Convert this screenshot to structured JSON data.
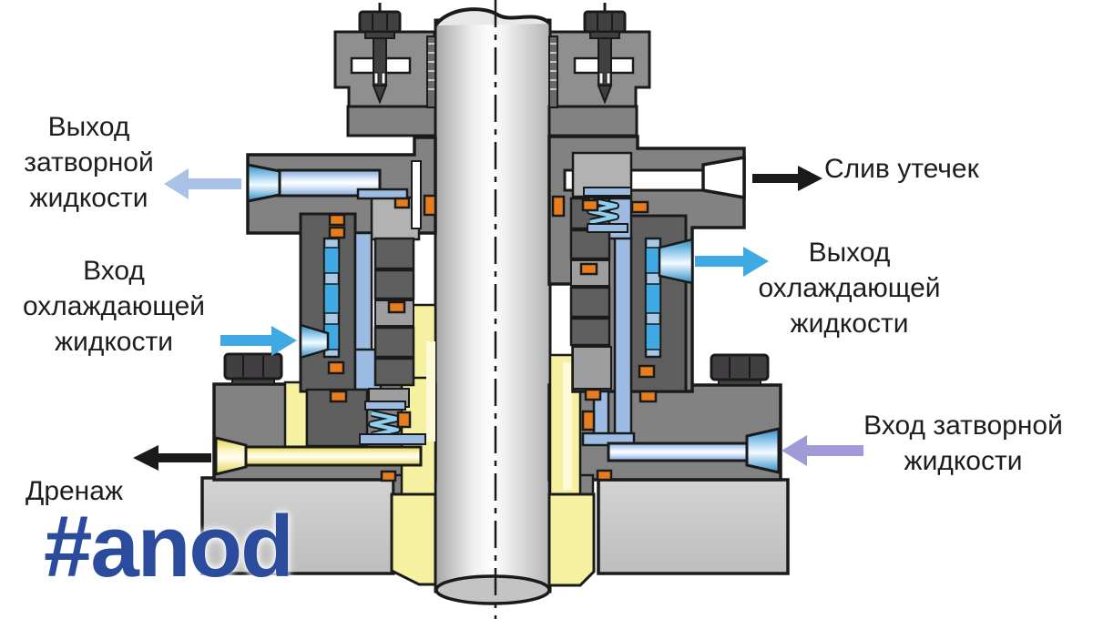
{
  "diagram_type": "mechanical-seal-cross-section",
  "watermark": {
    "text": "#anod",
    "color": "#2b4c9c"
  },
  "labels": {
    "barrier_out": {
      "text": "Выход затворной жидкости",
      "lines": [
        "Выход",
        "затворной",
        "жидкости"
      ]
    },
    "leak_drain": {
      "text": "Слив утечек",
      "lines": [
        "Слив утечек"
      ]
    },
    "cooling_in": {
      "text": "Вход охлаждающей жидкости",
      "lines": [
        "Вход",
        "охлаждающей",
        "жидкости"
      ]
    },
    "cooling_out": {
      "text": "Выход охлаждающей жидкости",
      "lines": [
        "Выход",
        "охлаждающей",
        "жидкости"
      ]
    },
    "barrier_in": {
      "text": "Вход затворной жидкости",
      "lines": [
        "Вход затворной",
        "жидкости"
      ]
    },
    "drain": {
      "text": "Дренаж",
      "lines": [
        "Дренаж"
      ]
    }
  },
  "arrows": {
    "barrier_out": {
      "direction": "left",
      "color": "#a9c2e8"
    },
    "leak_drain": {
      "direction": "right",
      "color": "#1a1a1a"
    },
    "cooling_in": {
      "direction": "right",
      "color": "#3fa9e3"
    },
    "cooling_out": {
      "direction": "right",
      "color": "#3fa9e3"
    },
    "barrier_in": {
      "direction": "left",
      "color": "#a09bd8"
    },
    "drain": {
      "direction": "left",
      "color": "#1a1a1a"
    }
  },
  "colors": {
    "outline": "#1a1a1a",
    "housing_gray": "#828282",
    "clamp_gray": "#8f8f8f",
    "dark_gray": "#5f5f5f",
    "light_housing": "#c6c6c6",
    "medium_gray": "#9e9e9e",
    "steel_blue": "#9dbce4",
    "bright_blue": "#3fa9e3",
    "pale_blue_pipe": "#cfe0f5",
    "yellow": "#f6f1a0",
    "orange": "#e87d1e",
    "bolt_dark": "#413f41"
  }
}
